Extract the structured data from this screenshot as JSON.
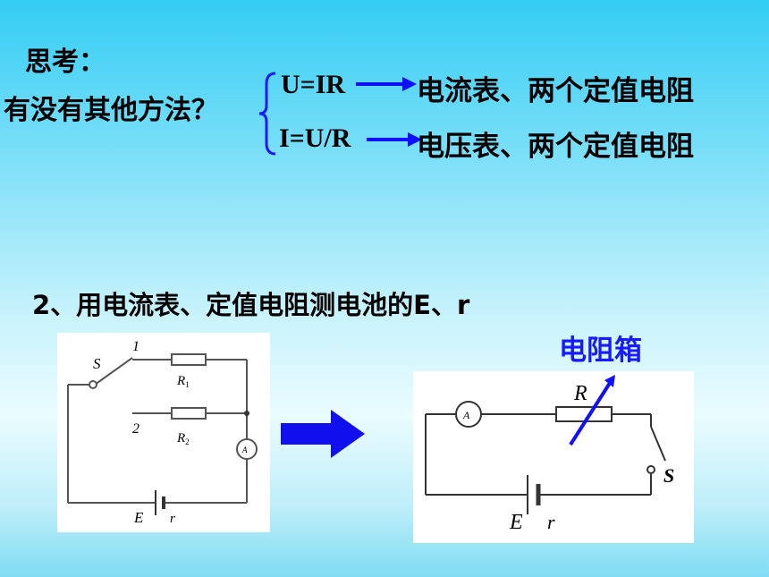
{
  "think": {
    "heading": "思考：",
    "question": "有没有其他方法？",
    "options": [
      {
        "formula": "U=IR",
        "result": "电流表、两个定值电阻"
      },
      {
        "formula": "I=U/R",
        "result": "电压表、两个定值电阻"
      }
    ]
  },
  "section2": {
    "title": "2、用电流表、定值电阻测电池的E、r",
    "box_label": "电阻箱",
    "box_label_color": "#1a1aff"
  },
  "circuit_left": {
    "switch": "S",
    "terminal1": "1",
    "terminal2": "2",
    "r1": "R",
    "r1_sub": "1",
    "r2": "R",
    "r2_sub": "2",
    "ammeter": "A",
    "emf": "E",
    "internal": "r"
  },
  "circuit_right": {
    "ammeter": "A",
    "rheostat": "R",
    "switch": "S",
    "emf": "E",
    "internal": "r"
  },
  "colors": {
    "arrow": "#1010ff",
    "big_arrow": "#1010ee"
  }
}
